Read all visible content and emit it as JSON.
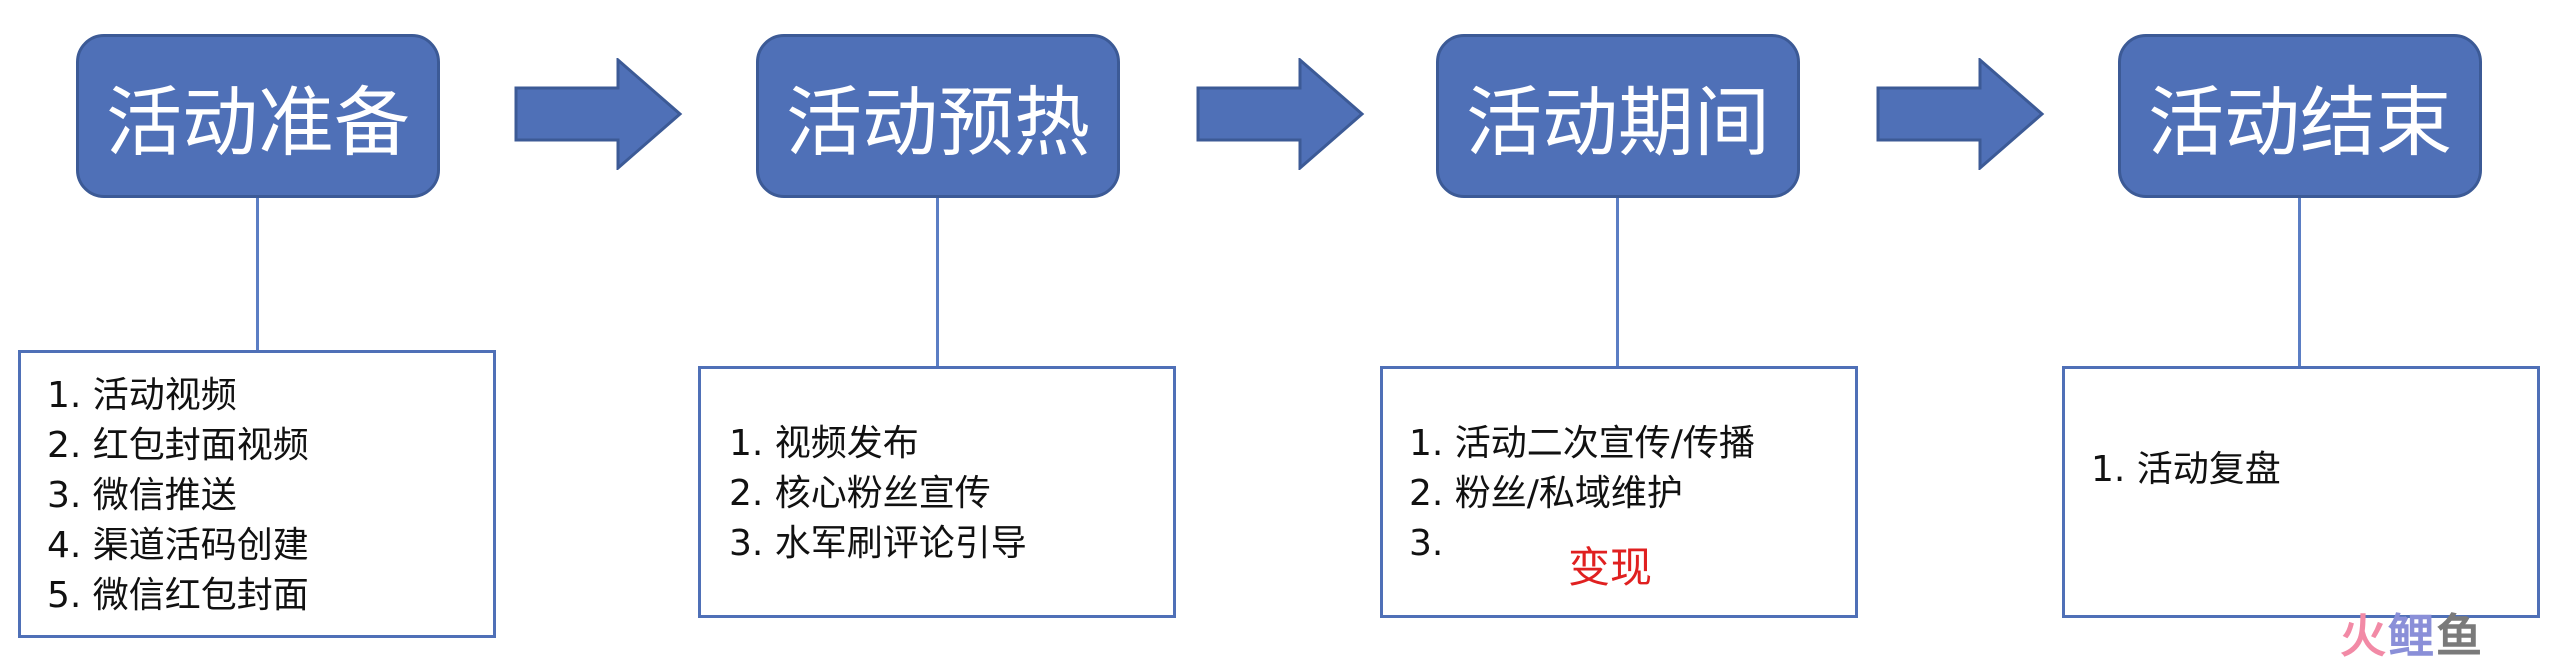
{
  "colors": {
    "stage_fill": "#4f70b7",
    "stage_border": "#3c5a96",
    "box_border": "#4f70b7",
    "connector": "#5b7ec4",
    "highlight": "#e02020"
  },
  "stages": [
    {
      "title": "活动准备",
      "items": [
        "1. 活动视频",
        "2. 红包封面视频",
        "3. 微信推送",
        "4. 渠道活码创建",
        "5. 微信红包封面"
      ]
    },
    {
      "title": "活动预热",
      "items": [
        "1. 视频发布",
        "2. 核心粉丝宣传",
        "3. 水军刷评论引导"
      ]
    },
    {
      "title": "活动期间",
      "items": [
        "1. 活动二次宣传/传播",
        "2. 粉丝/私域维护",
        "3."
      ],
      "highlight": "变现"
    },
    {
      "title": "活动结束",
      "items": [
        "1. 活动复盘"
      ]
    }
  ],
  "watermark": {
    "part1": "火",
    "part2": "鲤",
    "part3": "鱼"
  }
}
